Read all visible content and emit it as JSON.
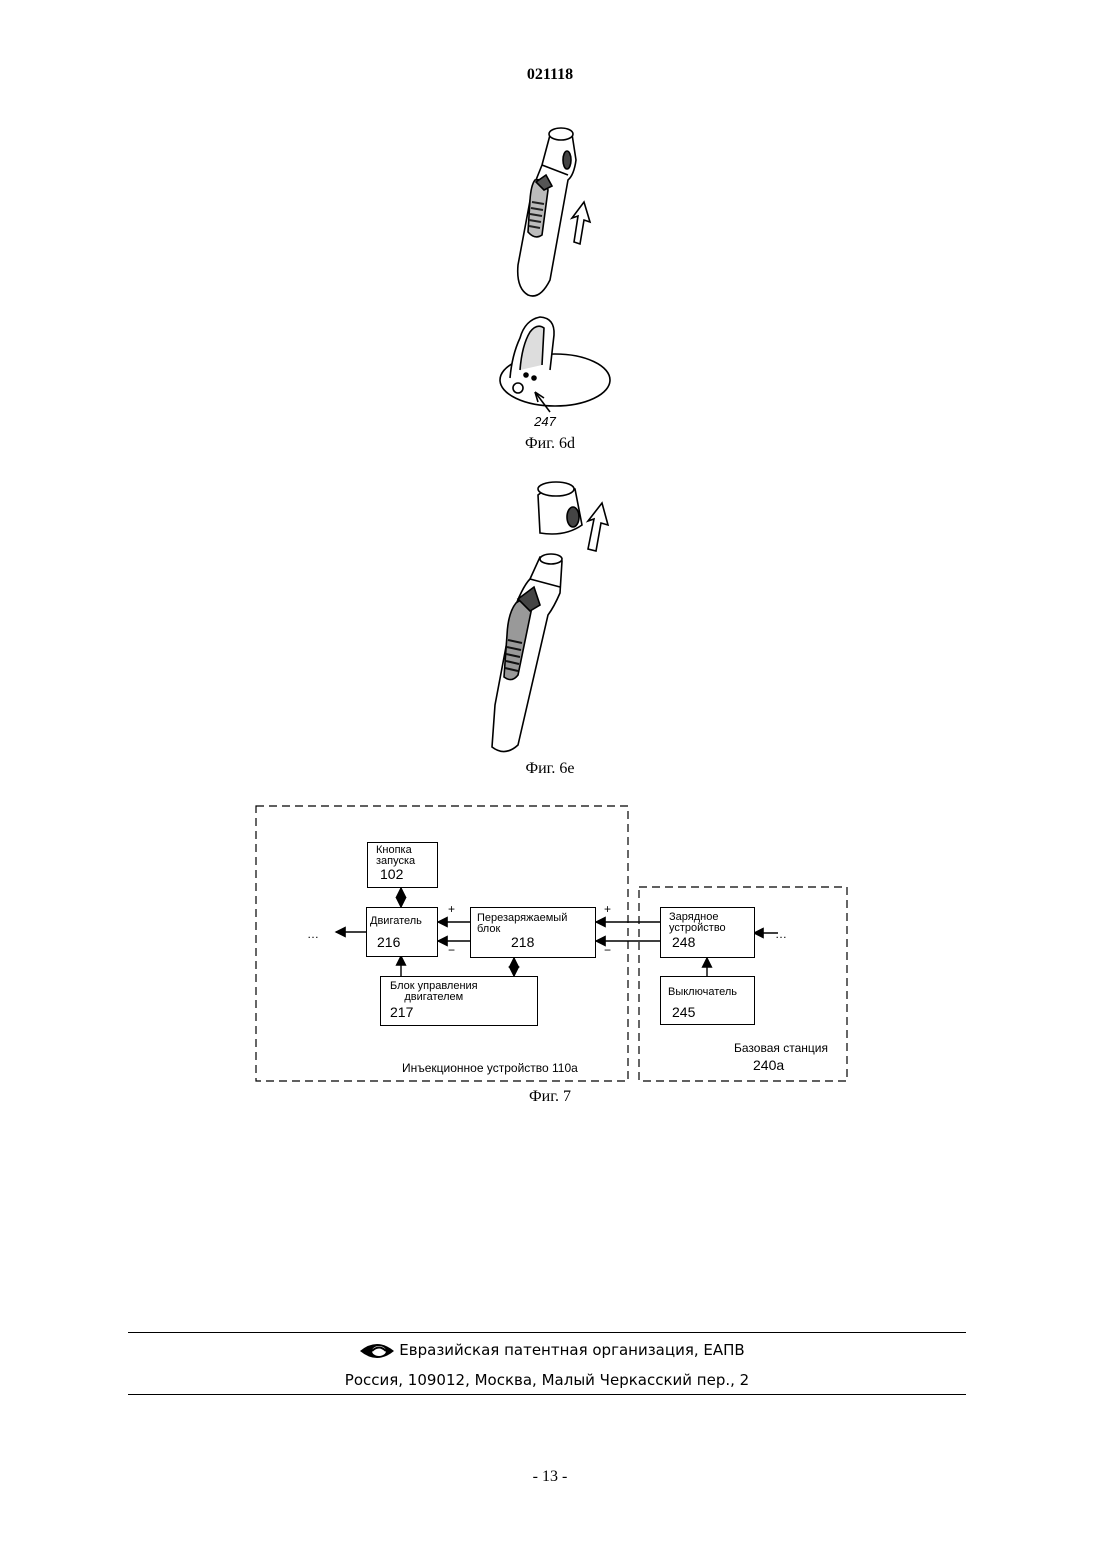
{
  "header": {
    "doc_number": "021118"
  },
  "figures": {
    "fig6d": {
      "caption": "Фиг. 6d",
      "ref_label": "247"
    },
    "fig6e": {
      "caption": "Фиг. 6e"
    },
    "fig7": {
      "caption": "Фиг. 7",
      "blocks": {
        "start_button": {
          "label": "Кнопка\nзапуска",
          "number": "102"
        },
        "motor": {
          "label": "Двигатель",
          "number": "216"
        },
        "battery": {
          "label": "Перезаряжаемый\nблок",
          "number": "218"
        },
        "motor_control": {
          "label": "Блок управления\nдвигателем",
          "number": "217"
        },
        "charger": {
          "label": "Зарядное\nустройство",
          "number": "248"
        },
        "switch": {
          "label": "Выключатель",
          "number": "245"
        }
      },
      "injector_group_label": "Инъекционное устройство 110a",
      "base_station_label": "Базовая станция",
      "base_station_number": "240a",
      "plus_sign": "+",
      "minus_sign": "−",
      "ellipsis": "…"
    }
  },
  "footer": {
    "org_line": "Евразийская патентная организация, ЕАПВ",
    "address_line": "Россия, 109012, Москва, Малый Черкасский пер., 2",
    "logo_icon": "eapo-eye-logo-icon"
  },
  "page_number": "- 13 -"
}
